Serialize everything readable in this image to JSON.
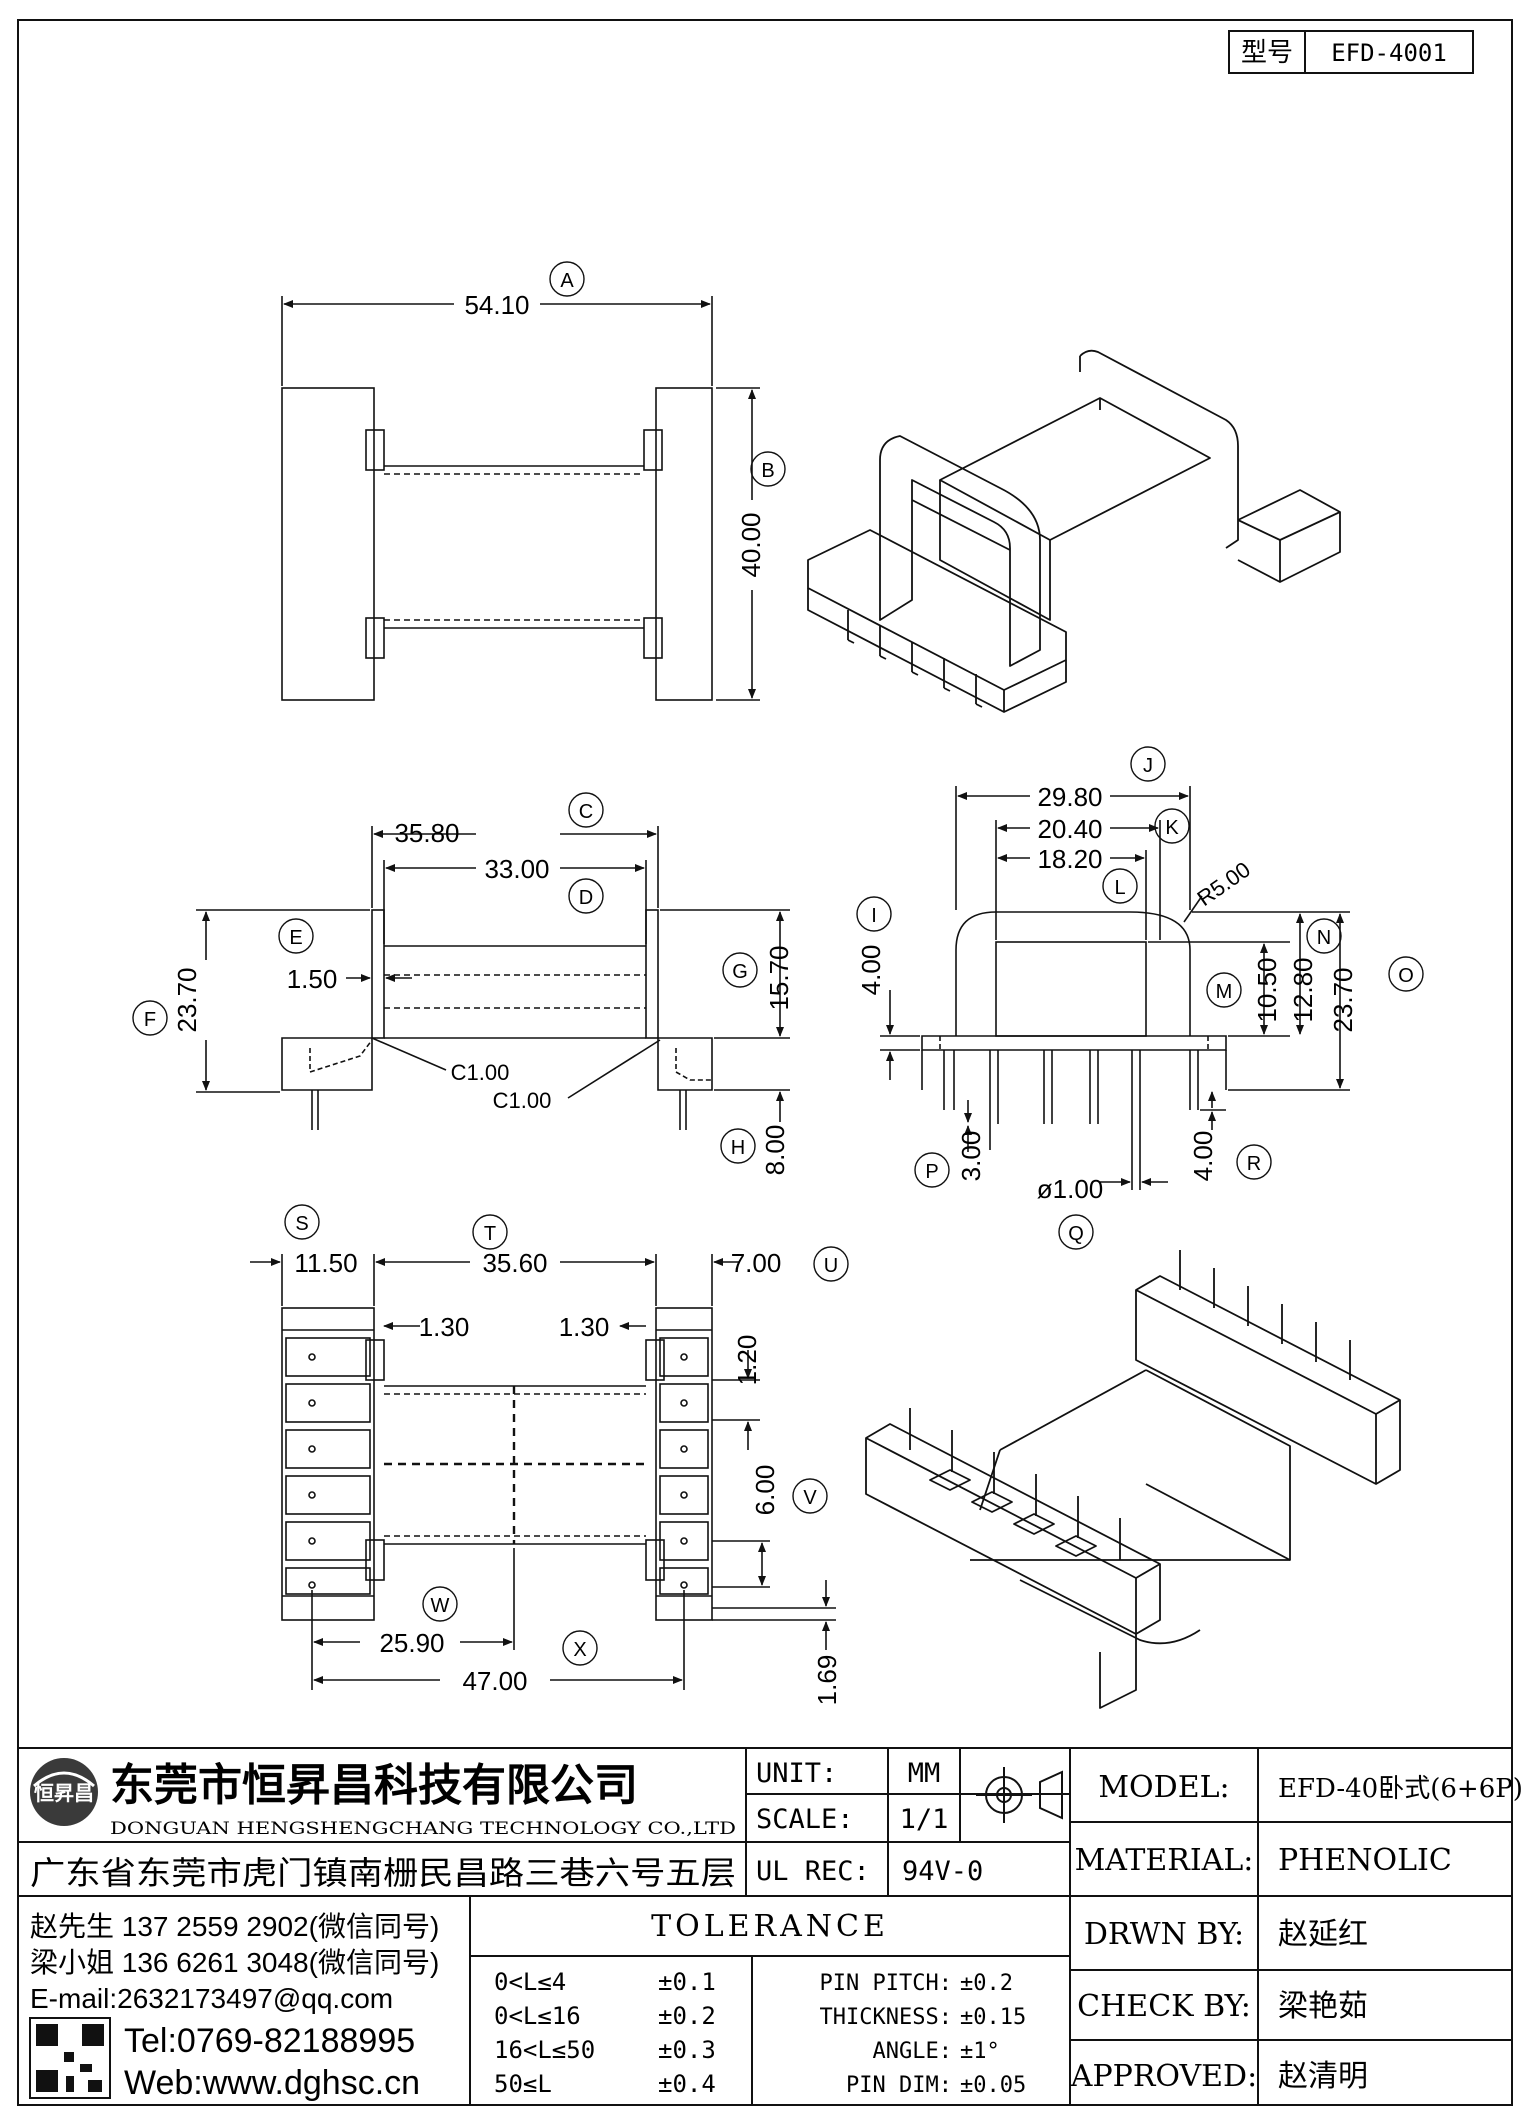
{
  "model_tag": {
    "label": "型号",
    "value": "EFD-4001"
  },
  "dims": {
    "A": {
      "letter": "A",
      "value": "54.10"
    },
    "B": {
      "letter": "B",
      "value": "40.00"
    },
    "C": {
      "letter": "C",
      "value": "35.80"
    },
    "D": {
      "letter": "D",
      "value": "33.00"
    },
    "E": {
      "letter": "E",
      "value": "1.50"
    },
    "F": {
      "letter": "F",
      "value": "23.70"
    },
    "G": {
      "letter": "G",
      "value": "15.70"
    },
    "H": {
      "letter": "H",
      "value": "8.00"
    },
    "C1a": "C1.00",
    "C1b": "C1.00",
    "I": {
      "letter": "I",
      "value": "4.00"
    },
    "J": {
      "letter": "J",
      "value": "29.80"
    },
    "K": {
      "letter": "K",
      "value": "20.40"
    },
    "L": {
      "letter": "L",
      "value": "18.20"
    },
    "R5": "R5.00",
    "M": {
      "letter": "M",
      "value": "10.50"
    },
    "N": {
      "letter": "N",
      "value": "12.80"
    },
    "O": {
      "letter": "O",
      "value": "23.70"
    },
    "P": {
      "letter": "P",
      "value": "3.00"
    },
    "Q": {
      "letter": "Q",
      "value": "ø1.00"
    },
    "R": {
      "letter": "R",
      "value": "4.00"
    },
    "S": {
      "letter": "S",
      "value": "11.50"
    },
    "T": {
      "letter": "T",
      "value": "35.60"
    },
    "U": {
      "letter": "U",
      "value": "7.00"
    },
    "V": {
      "letter": "V",
      "value": "6.00"
    },
    "W": {
      "letter": "W",
      "value": "25.90"
    },
    "X": {
      "letter": "X",
      "value": "47.00"
    },
    "s130a": "1.30",
    "s130b": "1.30",
    "s120": "1.20",
    "s169": "1.69"
  },
  "title_block": {
    "company_cn": "东莞市恒昇昌科技有限公司",
    "company_en": "DONGUAN HENGSHENGCHANG TECHNOLOGY CO.,LTD",
    "address": "广东省东莞市虎门镇南栅民昌路三巷六号五层",
    "unit_label": "UNIT:",
    "unit_value": "MM",
    "scale_label": "SCALE:",
    "scale_value": "1/1",
    "ulrec_label": "UL REC:",
    "ulrec_value": "94V-0",
    "model_label": "MODEL:",
    "model_value": "EFD-40卧式(6+6P)",
    "material_label": "MATERIAL:",
    "material_value": "PHENOLIC",
    "drwn_label": "DRWN BY:",
    "drwn_value": "赵延红",
    "check_label": "CHECK BY:",
    "check_value": "梁艳茹",
    "approved_label": "APPROVED:",
    "approved_value": "赵清明",
    "contact1": "赵先生 137 2559 2902(微信同号)",
    "contact2": "梁小姐 136 6261 3048(微信同号)",
    "email": "E-mail:2632173497@qq.com",
    "tel": "Tel:0769-82188995",
    "web": "Web:www.dghsc.cn",
    "tolerance_title": "TOLERANCE",
    "tol_rows": [
      {
        "range": "0<L≤4",
        "tol": "±0.1"
      },
      {
        "range": "0<L≤16",
        "tol": "±0.2"
      },
      {
        "range": "16<L≤50",
        "tol": "±0.3"
      },
      {
        "range": "50≤L",
        "tol": "±0.4"
      }
    ],
    "spec_rows": [
      {
        "label": "PIN PITCH:",
        "tol": "±0.2"
      },
      {
        "label": "THICKNESS:",
        "tol": "±0.15"
      },
      {
        "label": "ANGLE:",
        "tol": "±1°"
      },
      {
        "label": "PIN DIM:",
        "tol": "±0.05"
      }
    ]
  }
}
